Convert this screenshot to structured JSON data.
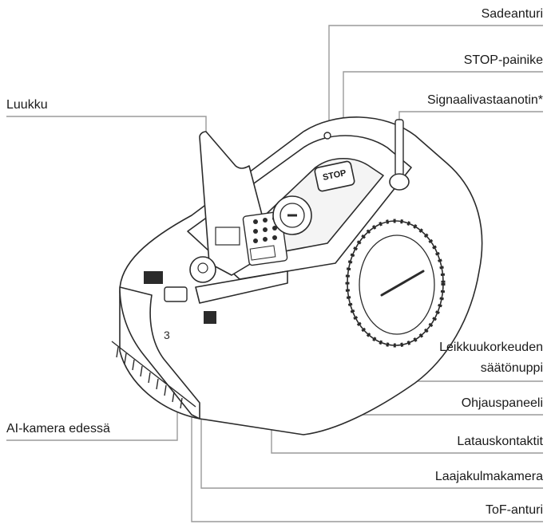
{
  "labels": {
    "sadeanturi": "Sadeanturi",
    "stop": "STOP-painike",
    "signaali": "Signaalivastaanotin*",
    "luukku": "Luukku",
    "leikkuu_1": "Leikkuukorkeuden",
    "leikkuu_2": "säätönuppi",
    "ohjaus": "Ohjauspaneeli",
    "ai_kamera": "AI-kamera edessä",
    "lataus": "Latauskontaktit",
    "laajakulma": "Laajakulmakamera",
    "tof": "ToF-anturi"
  },
  "device_text": {
    "stop_button": "STOP"
  },
  "colors": {
    "line": "#9a9a9a",
    "outline": "#2b2b2b",
    "text": "#1a1a1a"
  }
}
